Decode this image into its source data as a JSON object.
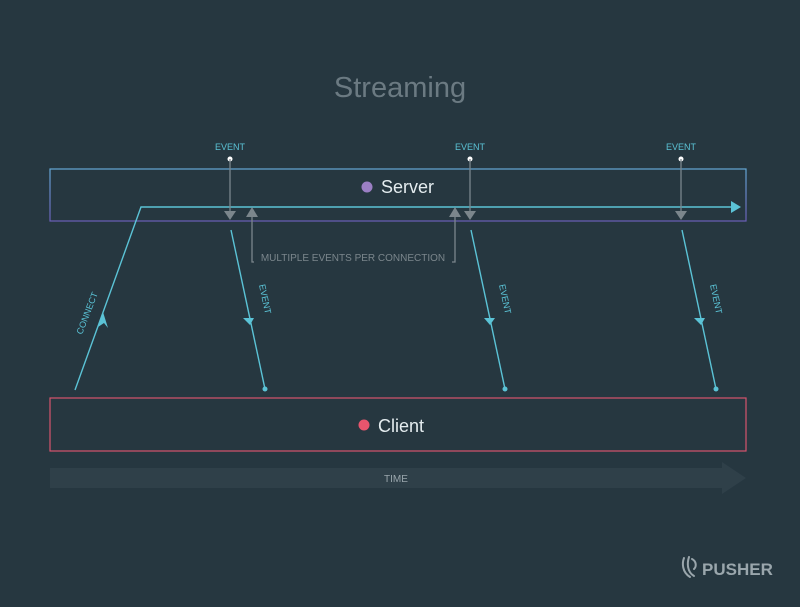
{
  "title": "Streaming",
  "server": {
    "label": "Server",
    "dot_color": "#9b7fc4"
  },
  "client": {
    "label": "Client",
    "dot_color": "#e8556d"
  },
  "events": {
    "top_label": "EVENT",
    "diagonal_label": "EVENT",
    "count": 3
  },
  "connect_label": "CONNECT",
  "multiple_events_label": "MULTIPLE EVENTS PER CONNECTION",
  "time_label": "TIME",
  "brand": {
    "name": "PUSHER",
    "icon": "pusher-logo-icon"
  },
  "colors": {
    "background": "#263740",
    "server_border": "#6f8fd0",
    "client_border": "#d6536d",
    "line": "#5bc3d6",
    "gray_arrow": "#7b868c",
    "title": "#6b7a82",
    "label_text": "#e4ecef",
    "time_bar": "#2f4049"
  }
}
